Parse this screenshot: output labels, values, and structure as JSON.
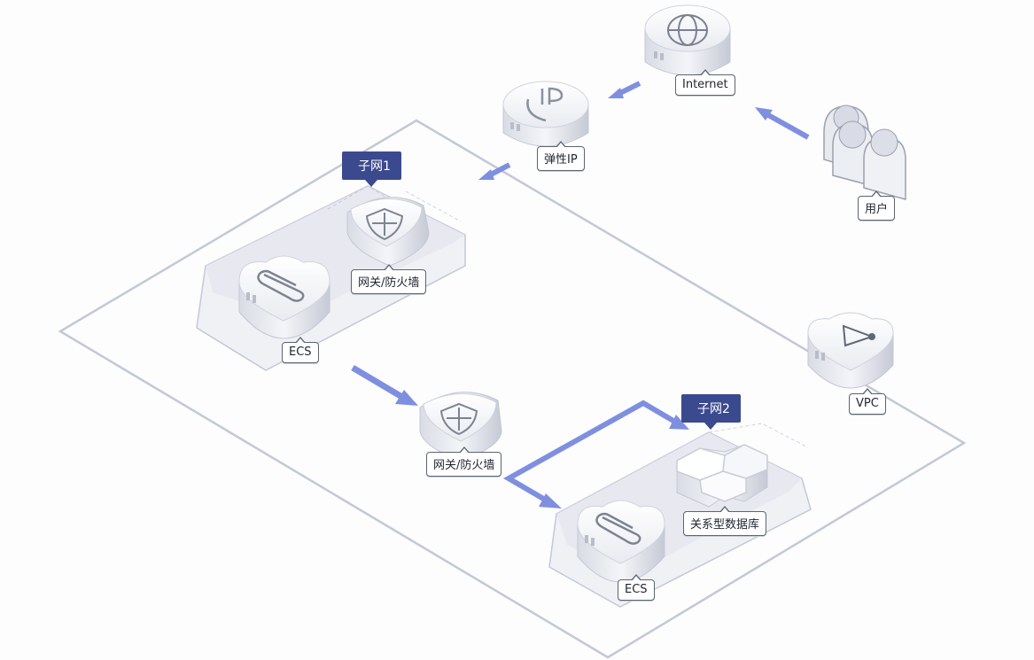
{
  "labels": {
    "internet": "Internet",
    "eip": "弹性IP",
    "user": "用户",
    "subnet1": "子网1",
    "gateway1": "网关/防火墙",
    "ecs1": "ECS",
    "vpc": "VPC",
    "gateway2": "网关/防火墙",
    "subnet2": "子网2",
    "rds": "关系型数据库",
    "ecs2": "ECS"
  },
  "colors": {
    "arrow": "#7f8fe0",
    "subnet_tag": "#3b4a8e",
    "outline": "#c3c8d8"
  },
  "icons": {
    "internet": "globe-icon",
    "eip": "ip-icon",
    "user": "user-group-icon",
    "gateway": "shield-icon",
    "ecs": "paperclip-icon",
    "vpc": "triangle-network-icon",
    "rds": "database-hexagon-icon"
  }
}
